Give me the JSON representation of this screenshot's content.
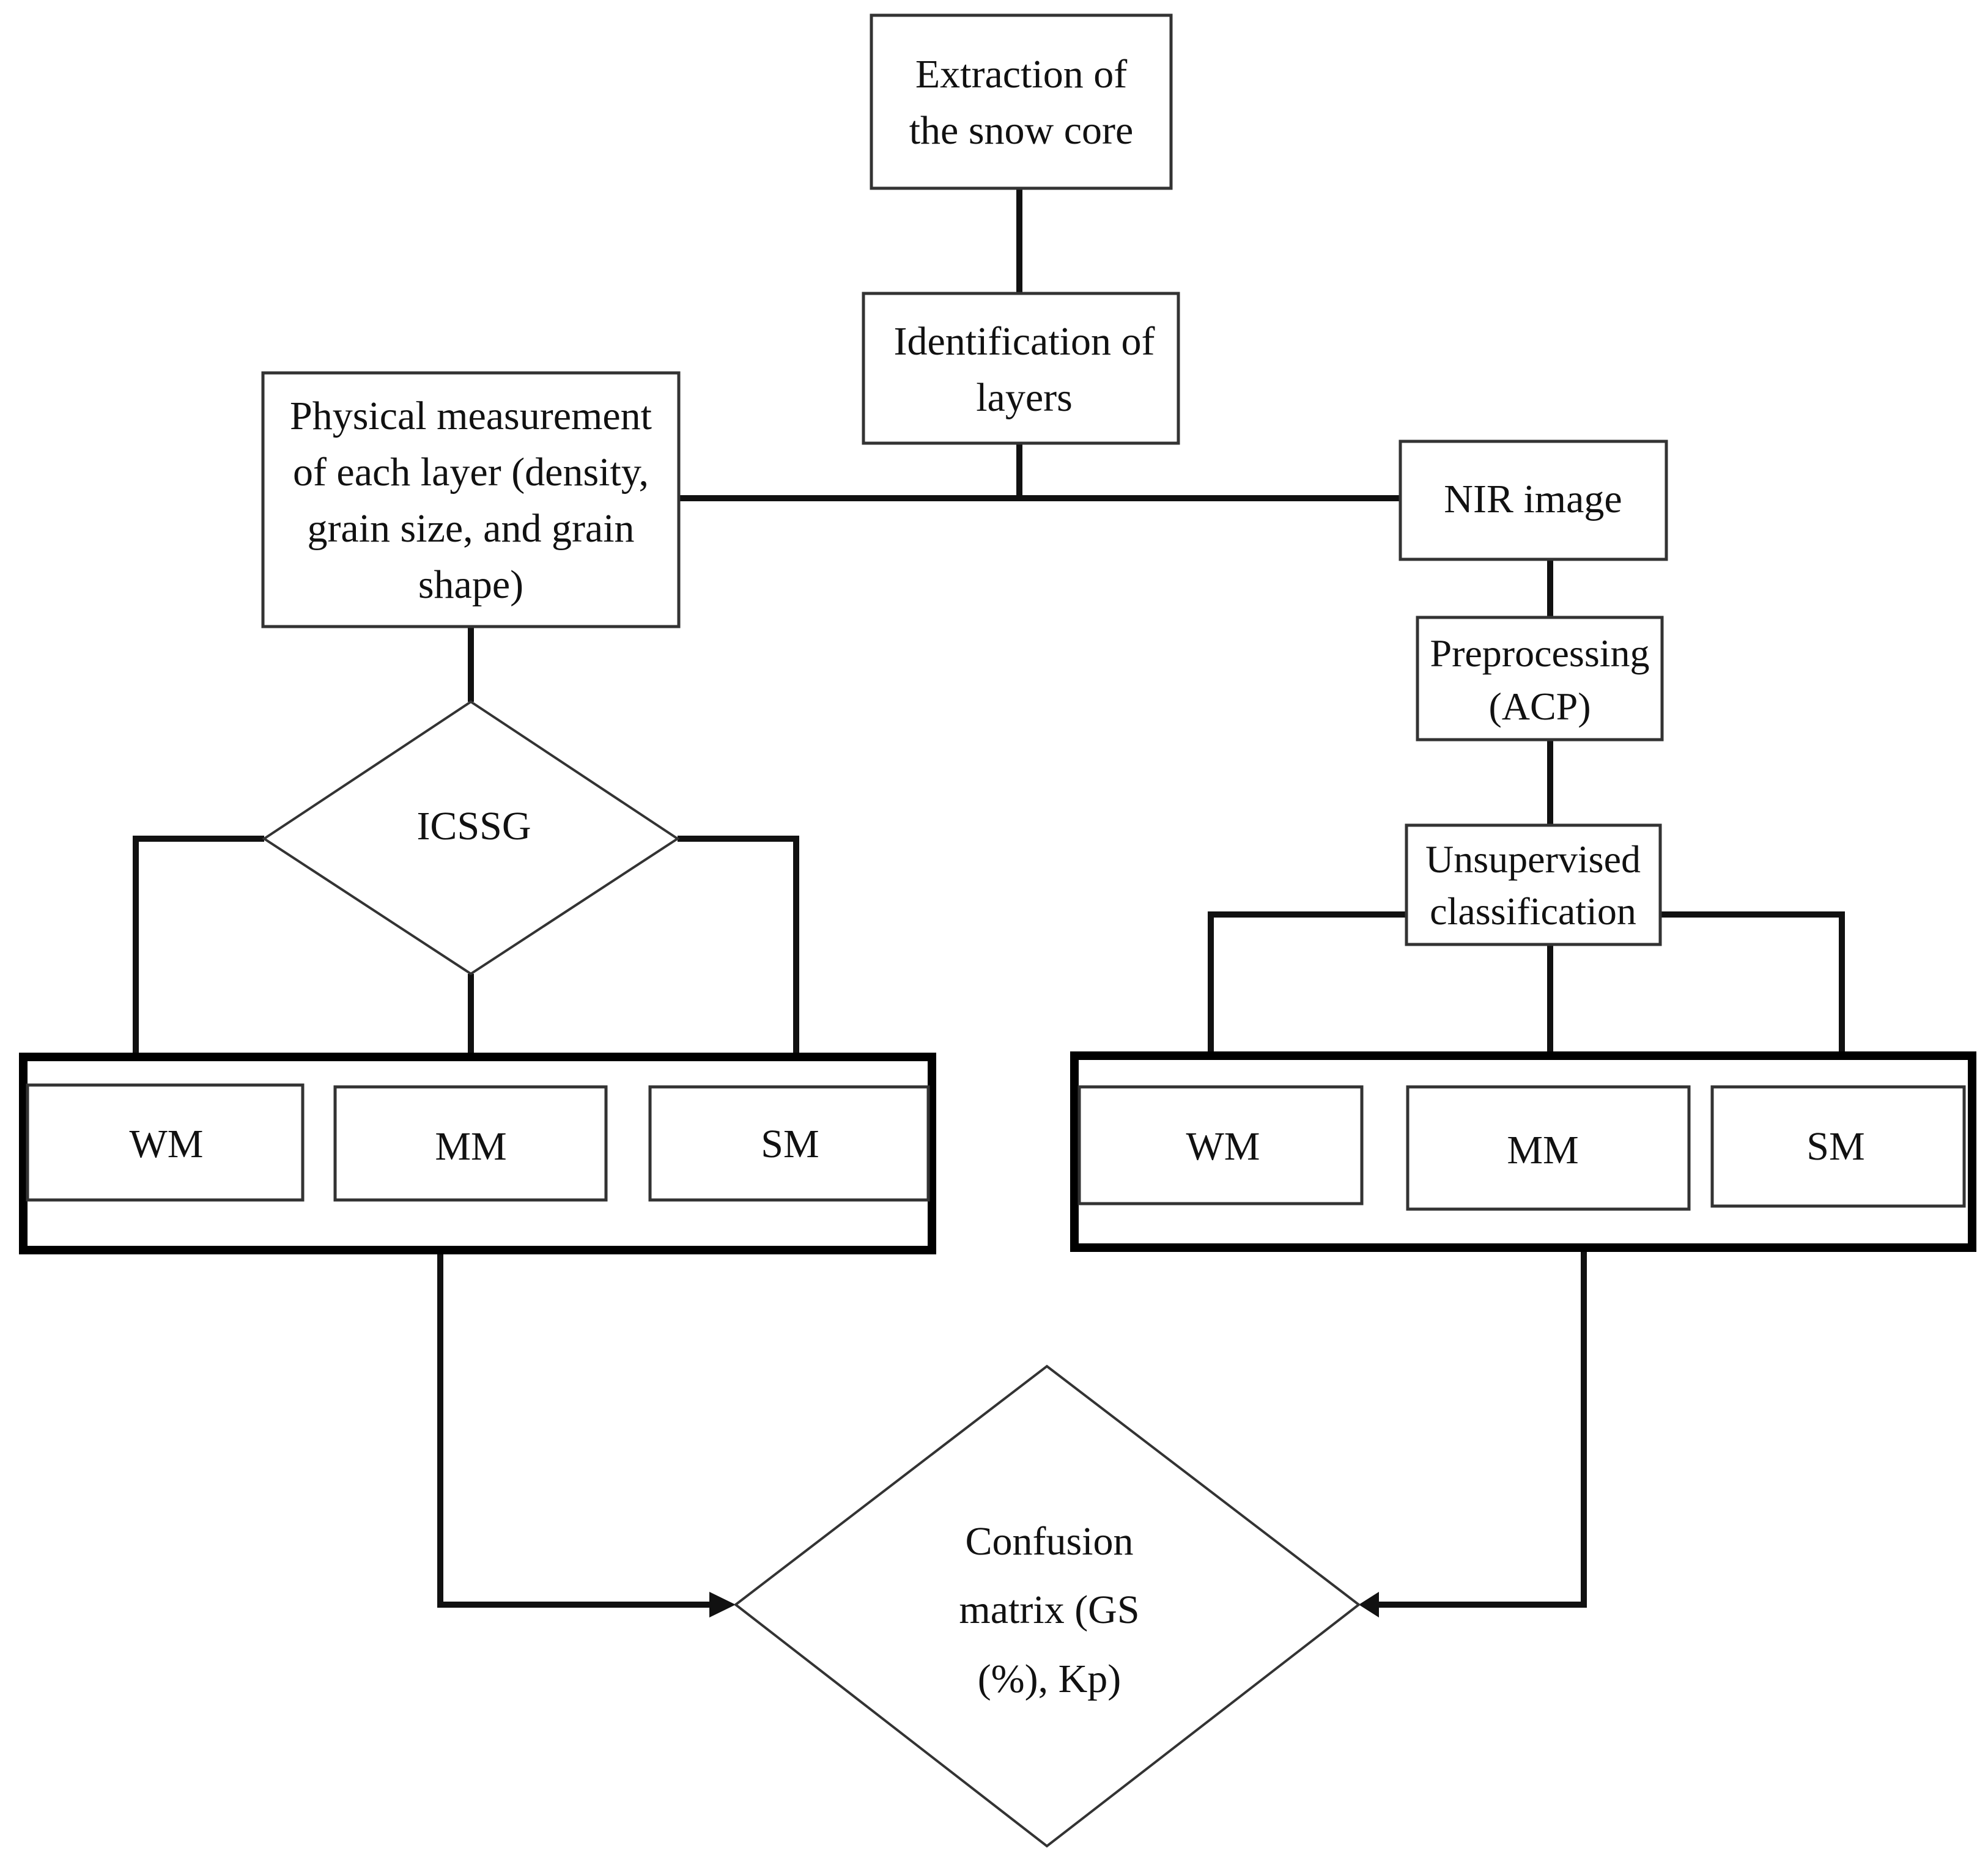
{
  "nodes": {
    "extraction": {
      "line1": "Extraction of",
      "line2": "the snow core"
    },
    "identification": {
      "line1": "Identification of",
      "line2": "layers"
    },
    "physical": {
      "line1": "Physical measurement",
      "line2": "of each layer (density,",
      "line3": "grain size, and grain",
      "line4": "shape)"
    },
    "nir": {
      "label": "NIR image"
    },
    "preprocessing": {
      "line1": "Preprocessing",
      "line2": "(ACP)"
    },
    "unsupervised": {
      "line1": "Unsupervised",
      "line2": "classification"
    },
    "icssg": {
      "label": "ICSSG"
    },
    "left_group": {
      "wm": "WM",
      "mm": "MM",
      "sm": "SM"
    },
    "right_group": {
      "wm": "WM",
      "mm": "MM",
      "sm": "SM"
    },
    "confusion": {
      "line1": "Confusion",
      "line2": "matrix (GS",
      "line3": "(%), Kp)"
    }
  },
  "colors": {
    "line": "#111111",
    "box_stroke": "#333333",
    "background": "#ffffff"
  }
}
